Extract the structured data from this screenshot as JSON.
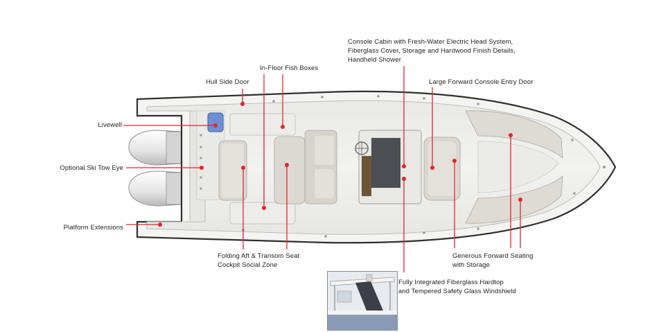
{
  "colors": {
    "accent": "#e0262c",
    "hull": "#eeeeeb",
    "outline": "#3a3a3a",
    "cushion": "#d9d6cf"
  },
  "labels": {
    "hull_side_door": "Hull Side Door",
    "in_floor_fish_boxes": "In-Floor Fish Boxes",
    "console_cabin": [
      "Console Cabin with Fresh-Water Electric Head System,",
      "Fiberglass Cover, Storage and Hardwood Finish Details,",
      "Handheld Shower"
    ],
    "forward_console_door": "Large Forward Console Entry Door",
    "livewell": "Livewell",
    "ski_tow_eye": "Optional Ski Tow Eye",
    "platform_extensions": "Platform Extensions",
    "folding_seat": [
      "Folding Aft & Transom Seat",
      "Cockpit Social Zone"
    ],
    "forward_seating": [
      "Generous Forward Seating",
      "with Storage"
    ],
    "hardtop": [
      "Fully Integrated Fiberglass Hardtop",
      "and Tempered Safety Glass Windshield"
    ]
  },
  "icons": {
    "hardtop_inset": "hardtop-photo-inset"
  }
}
